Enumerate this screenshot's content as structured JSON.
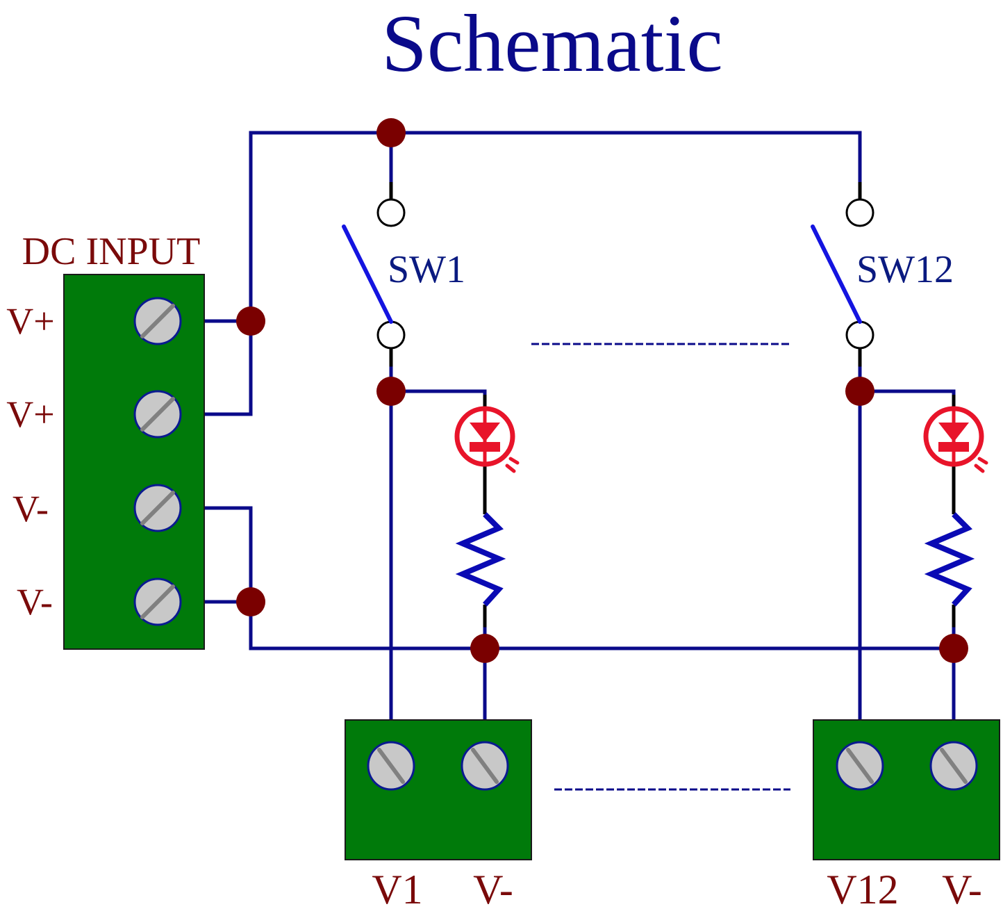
{
  "title": "Schematic",
  "input_block": {
    "label": "DC INPUT",
    "terminals": [
      "V+",
      "V+",
      "V-",
      "V-"
    ]
  },
  "channels": [
    {
      "switch_label": "SW1",
      "terminal_labels": [
        "V1",
        "V-"
      ]
    },
    {
      "switch_label": "SW12",
      "terminal_labels": [
        "V12",
        "V-"
      ]
    }
  ],
  "colors": {
    "title": "#0a0a8a",
    "wire": "#0a0a8a",
    "node": "#7a0000",
    "terminal_block": "#007a0a",
    "led": "#e8142a",
    "label_red": "#7a0a0a"
  }
}
